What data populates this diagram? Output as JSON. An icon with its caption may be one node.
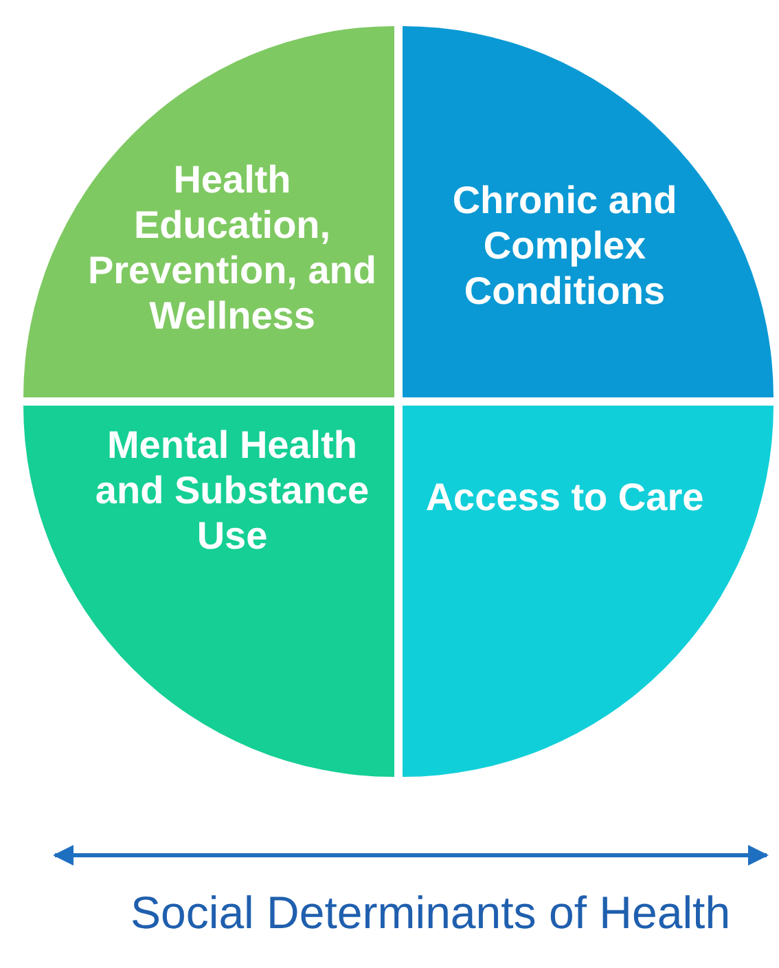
{
  "diagram": {
    "nodes": [
      {
        "text": [
          "Health Education, Prevention, and Wellness"
        ]
      },
      {
        "text": [
          "Chronic and Complex Conditions"
        ]
      },
      {
        "text": [
          "Mental Health and Substance Use"
        ]
      },
      {
        "text": [
          "Access to Care"
        ]
      }
    ],
    "labels": [
      "Social Determinants of Health"
    ]
  }
}
